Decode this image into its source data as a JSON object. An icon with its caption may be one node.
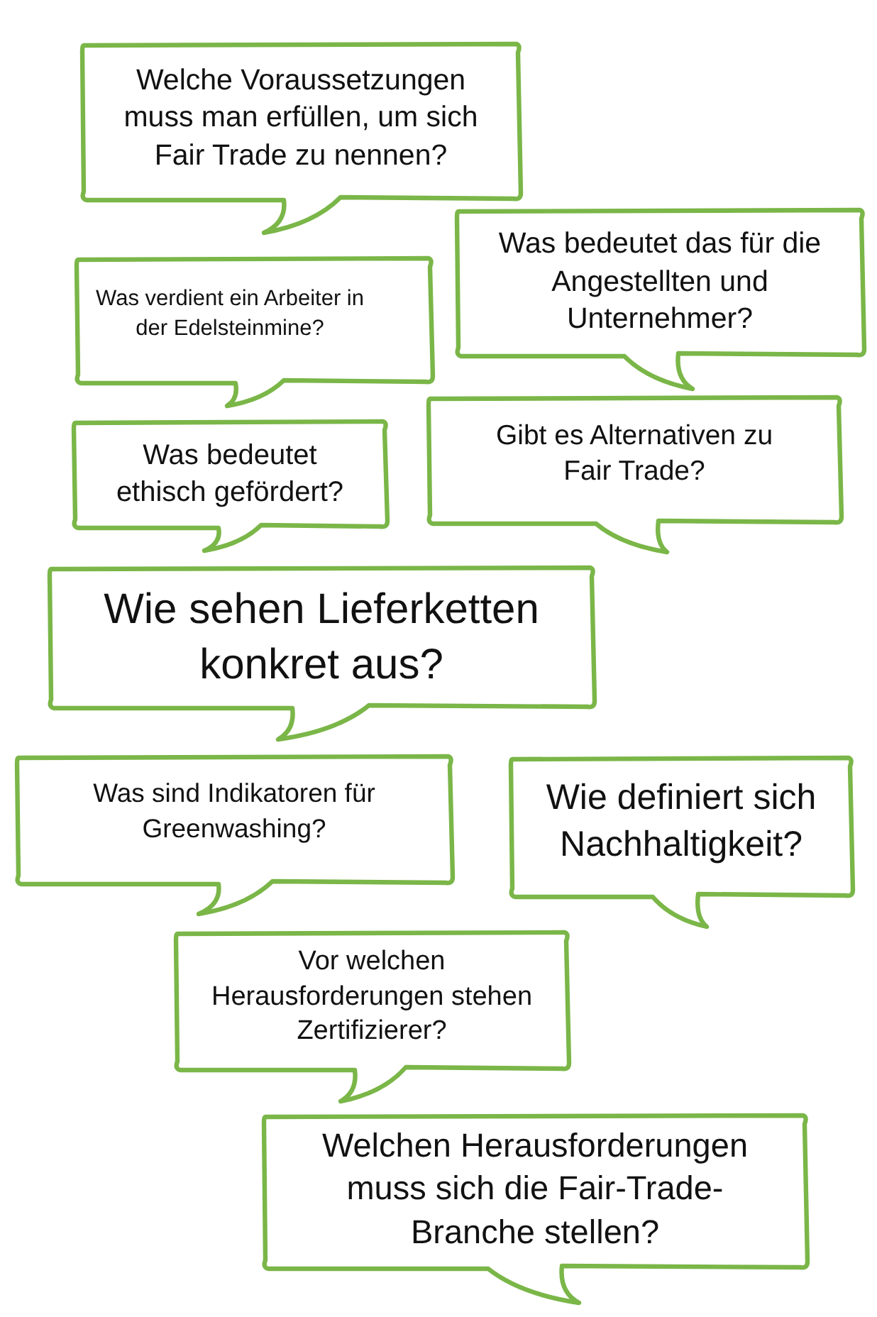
{
  "diagram": {
    "nodes": [
      {
        "text": [
          "Welche Voraussetzungen muss man erfüllen, um sich Fair Trade zu nennen?"
        ]
      },
      {
        "text": [
          "Was verdient ein Arbeiter in der Edelsteinmine?"
        ]
      },
      {
        "text": [
          "Was bedeutet das für die Angestellten und Unternehmer?"
        ]
      },
      {
        "text": [
          "Was bedeutet ethisch gefördert?"
        ]
      },
      {
        "text": [
          "Gibt es Alternativen zu Fair Trade?"
        ]
      },
      {
        "text": [
          "Wie sehen Lieferketten konkret aus?"
        ]
      },
      {
        "text": [
          "Was sind Indikatoren für Greenwashing?"
        ]
      },
      {
        "text": [
          "Wie definiert sich Nachhaltigkeit?"
        ]
      },
      {
        "text": [
          "Vor welchen Herausforderungen stehen Zertifizierer?"
        ]
      },
      {
        "text": [
          "Welchen Herausforderungen muss sich die Fair-Trade-Branche stellen?"
        ]
      }
    ]
  }
}
